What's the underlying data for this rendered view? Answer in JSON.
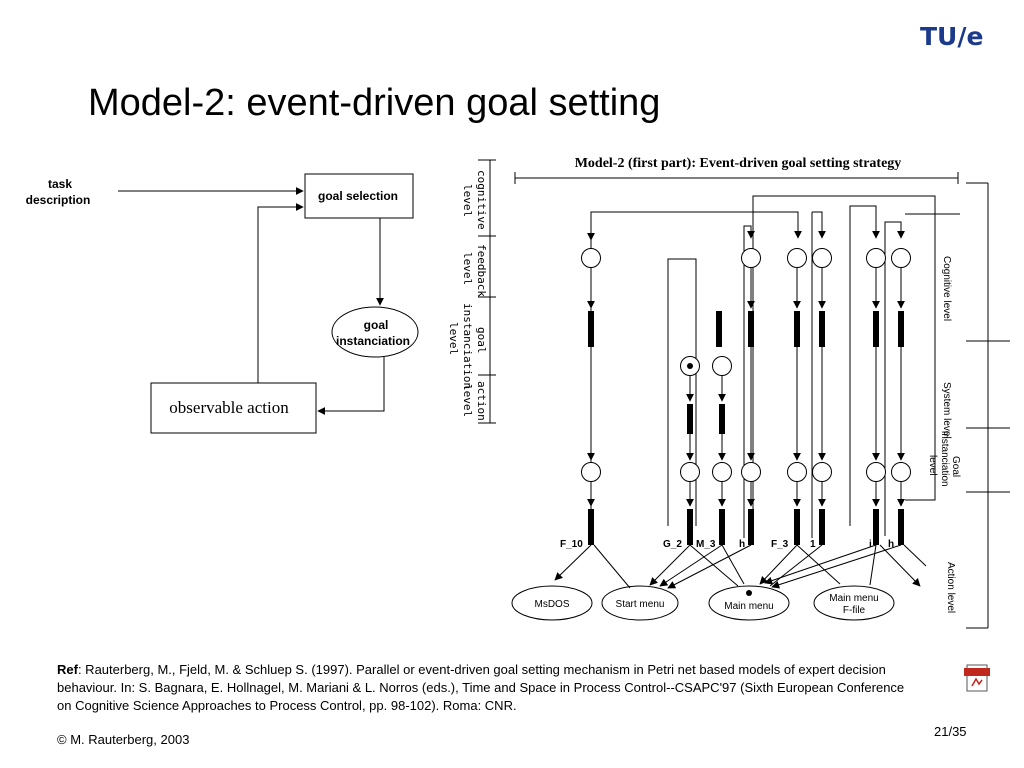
{
  "slide": {
    "logo": "TU/e",
    "title": "Model-2: event-driven goal setting",
    "ref_label": "Ref",
    "ref_text": ": Rauterberg, M., Fjeld, M. & Schluep S. (1997). Parallel or event-driven goal setting mechanism in Petri net based models of expert decision behaviour. In: S. Bagnara, E. Hollnagel, M. Mariani & L. Norros (eds.), Time and Space in Process Control--CSAPC'97 (Sixth European Conference on Cognitive Science Approaches to Process Control, pp. 98-102). Roma: CNR.",
    "copyright": "© M. Rauterberg, 2003",
    "page_number": "21/35",
    "pdf_icon": "pdf-document-icon"
  },
  "left_diagram": {
    "task_line1": "task",
    "task_line2": "description",
    "goal_selection": "goal selection",
    "goal_inst_line1": "goal",
    "goal_inst_line2": "instanciation",
    "observable_action": "observable action"
  },
  "levels": {
    "cognitive": [
      "cognitive",
      "level"
    ],
    "feedback": [
      "feedback",
      "level"
    ],
    "goal": [
      "goal",
      "instanciation",
      "level"
    ],
    "action": [
      "action",
      "level"
    ]
  },
  "petri": {
    "title": "Model-2 (first part): Event-driven goal setting strategy",
    "transitions": [
      "F_10",
      "G_2",
      "M_3",
      "h",
      "F_3",
      "1",
      "i",
      "h"
    ],
    "places": [
      "MsDOS",
      "Start menu",
      "Main menu",
      "Main menu",
      "F-file"
    ],
    "right_levels": {
      "cognitive": "Cognitive level",
      "system": "System level",
      "goal": [
        "Goal",
        "instanciation",
        "level"
      ],
      "action": "Action  level"
    }
  }
}
